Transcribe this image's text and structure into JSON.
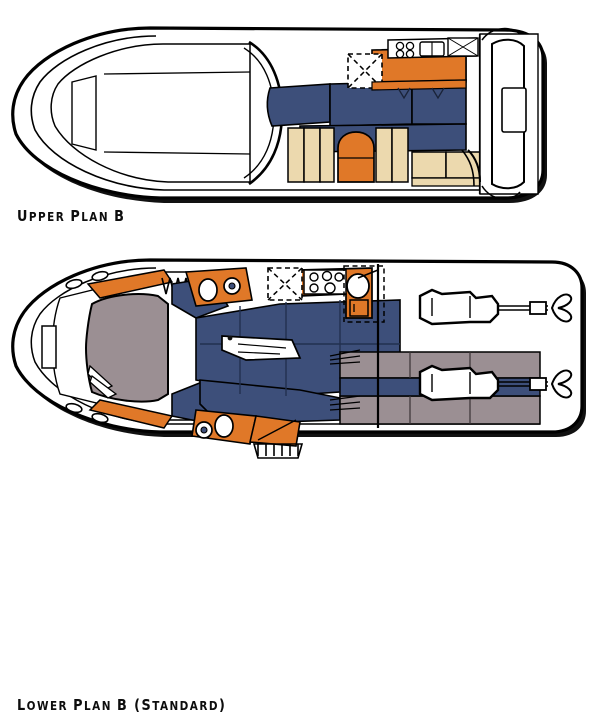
{
  "document": {
    "type": "boat-deck-plan-diagram",
    "background_color": "#ffffff"
  },
  "palette": {
    "outline": "#000000",
    "navy_upholstery": "#3d4f7a",
    "navy_dark": "#34446b",
    "orange_wood": "#e07828",
    "orange_dark": "#c4611c",
    "cream_seat": "#ecd9ae",
    "cream_light": "#f3e6c8",
    "gray_berth": "#9b8f93",
    "gray_light": "#b3a8ac",
    "white_fill": "#ffffff",
    "hull_shadow": "#111111"
  },
  "plans": [
    {
      "id": "upper",
      "label_main": "Upper Plan B",
      "label_suffix": "",
      "caption_parts": [
        {
          "text": "U",
          "size": "lead"
        },
        {
          "text": "PPER ",
          "size": "small"
        },
        {
          "text": "P",
          "size": "lead"
        },
        {
          "text": "LAN ",
          "size": "small"
        },
        {
          "text": "B",
          "size": "lead"
        }
      ],
      "features": [
        "foredeck",
        "windshield",
        "helm-station",
        "salon-settee",
        "galley-counter",
        "stove-burners",
        "sink",
        "dinette",
        "companionway-stairs",
        "aft-cockpit-seating",
        "transom-door",
        "swim-platform"
      ]
    },
    {
      "id": "lower",
      "label_main": "Lower Plan B",
      "label_suffix": "(Standard)",
      "caption_parts": [
        {
          "text": "L",
          "size": "lead"
        },
        {
          "text": "OWER ",
          "size": "small"
        },
        {
          "text": "P",
          "size": "lead"
        },
        {
          "text": "LAN ",
          "size": "small"
        },
        {
          "text": "B ",
          "size": "lead"
        },
        {
          "text": "(",
          "size": "lead"
        },
        {
          "text": "S",
          "size": "lead"
        },
        {
          "text": "TANDARD",
          "size": "small"
        },
        {
          "text": ")",
          "size": "lead"
        }
      ],
      "features": [
        "forward-stateroom",
        "island-berth",
        "hanging-locker",
        "forward-head",
        "vanity-sink",
        "toilet",
        "shower",
        "mid-cabin",
        "galley",
        "stove-burners",
        "refrigerator",
        "salon-settee",
        "engine-room",
        "port-engine",
        "starboard-engine",
        "shaft",
        "propeller",
        "hull-portlights"
      ]
    }
  ]
}
